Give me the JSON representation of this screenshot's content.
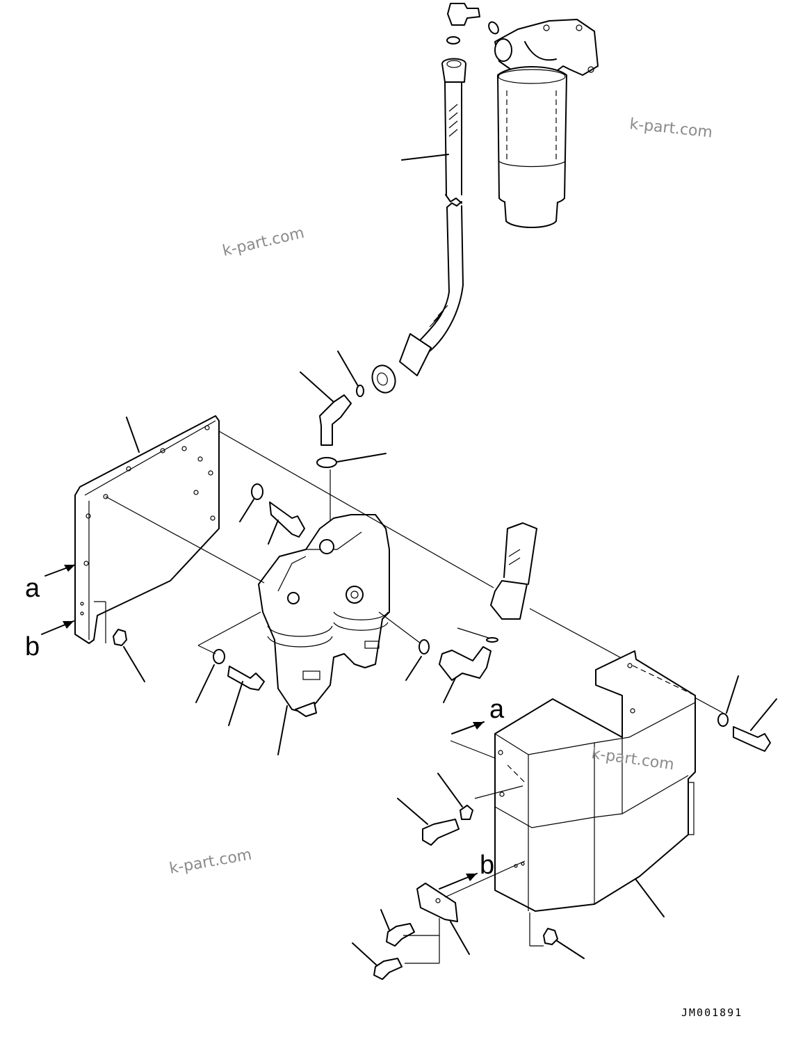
{
  "diagram": {
    "callouts": {
      "a_left": "a",
      "b_left": "b",
      "a_right": "a",
      "b_right": "b"
    },
    "watermarks": [
      "k-part.com",
      "k-part.com",
      "k-part.com",
      "k-part.com"
    ],
    "drawing_code": "JM001891"
  }
}
